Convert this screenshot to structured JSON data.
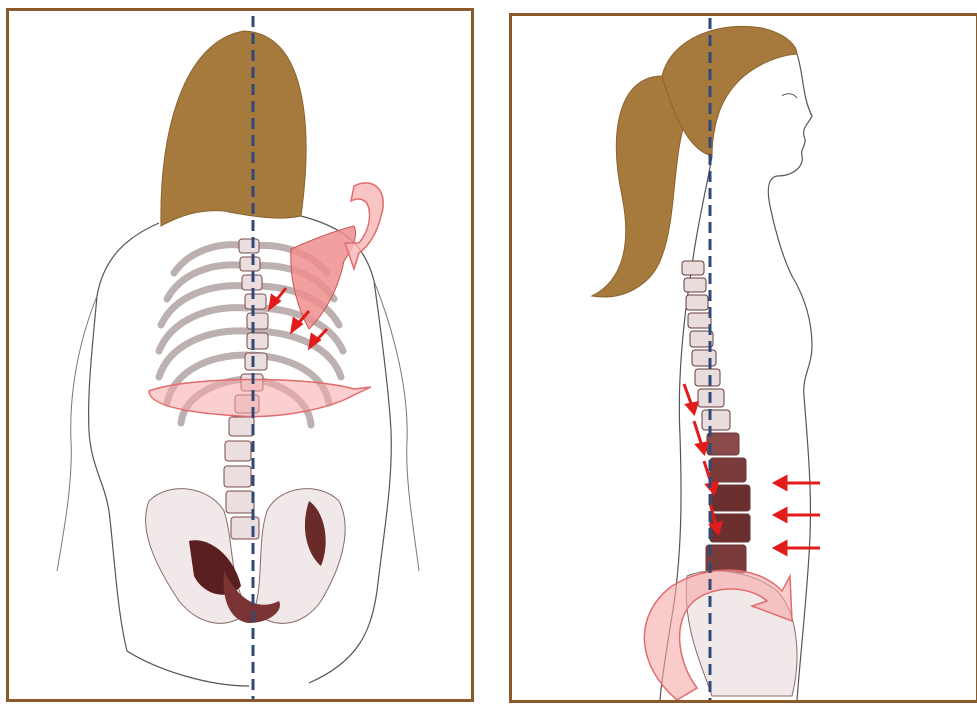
{
  "figure": {
    "panels": [
      {
        "id": "posterior-view",
        "view": "back"
      },
      {
        "id": "lateral-view",
        "view": "side"
      }
    ],
    "colors": {
      "frame": "#8a5a2b",
      "hair": "#a57a3c",
      "hair_shadow": "#8b6330",
      "midline": "#2f4a78",
      "arrow_red": "#e21b1b",
      "rotation_fill": "#f7a8a8",
      "rotation_stroke": "#e26b6b",
      "scapula": "#f08e8e",
      "bone": "#efe6e6",
      "bone_dark": "#6b2a2a",
      "outline": "#555555"
    },
    "icons": [
      "rotation-arrow-icon",
      "compression-arrow-icon",
      "anterior-push-arrow-icon",
      "midline-dashed-line"
    ]
  }
}
